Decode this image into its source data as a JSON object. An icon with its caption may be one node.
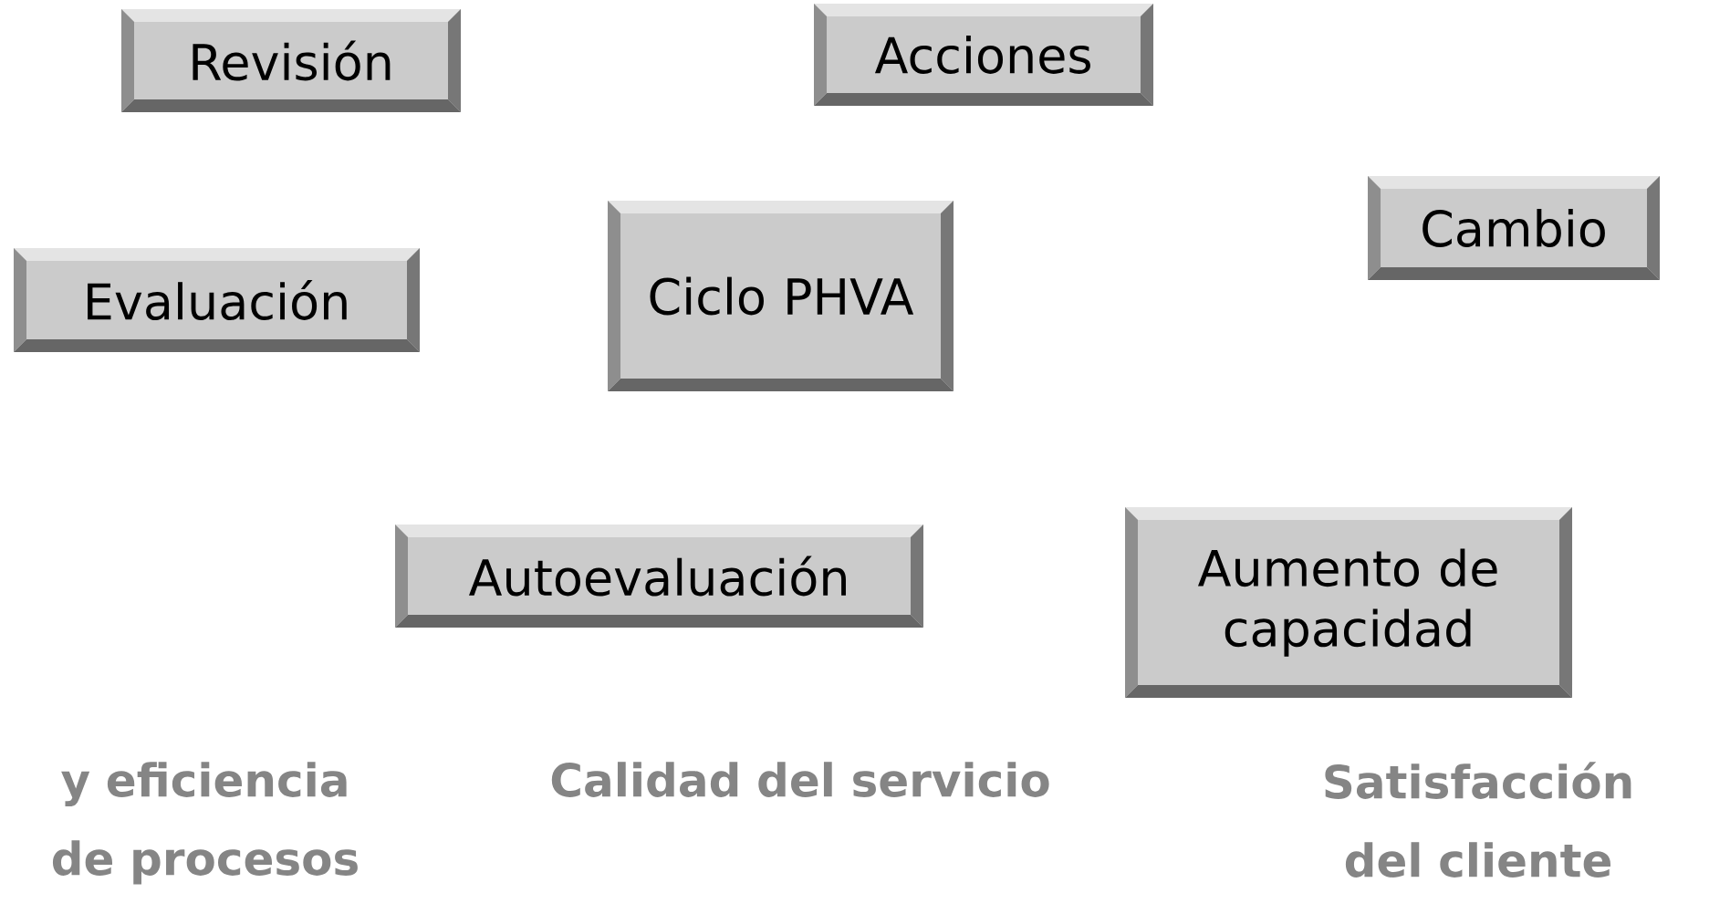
{
  "diagram": {
    "nodes": [
      {
        "text": [
          "Revisión"
        ]
      },
      {
        "text": [
          "Acciones"
        ]
      },
      {
        "text": [
          "Evaluación"
        ]
      },
      {
        "text": [
          "Ciclo PHVA"
        ]
      },
      {
        "text": [
          "Cambio"
        ]
      },
      {
        "text": [
          "Autoevaluación"
        ]
      },
      {
        "text": [
          "Aumento de capacidad"
        ]
      }
    ],
    "labels": [
      "y eficiencia de procesos",
      "Calidad del servicio",
      "Satisfacción del cliente"
    ]
  }
}
